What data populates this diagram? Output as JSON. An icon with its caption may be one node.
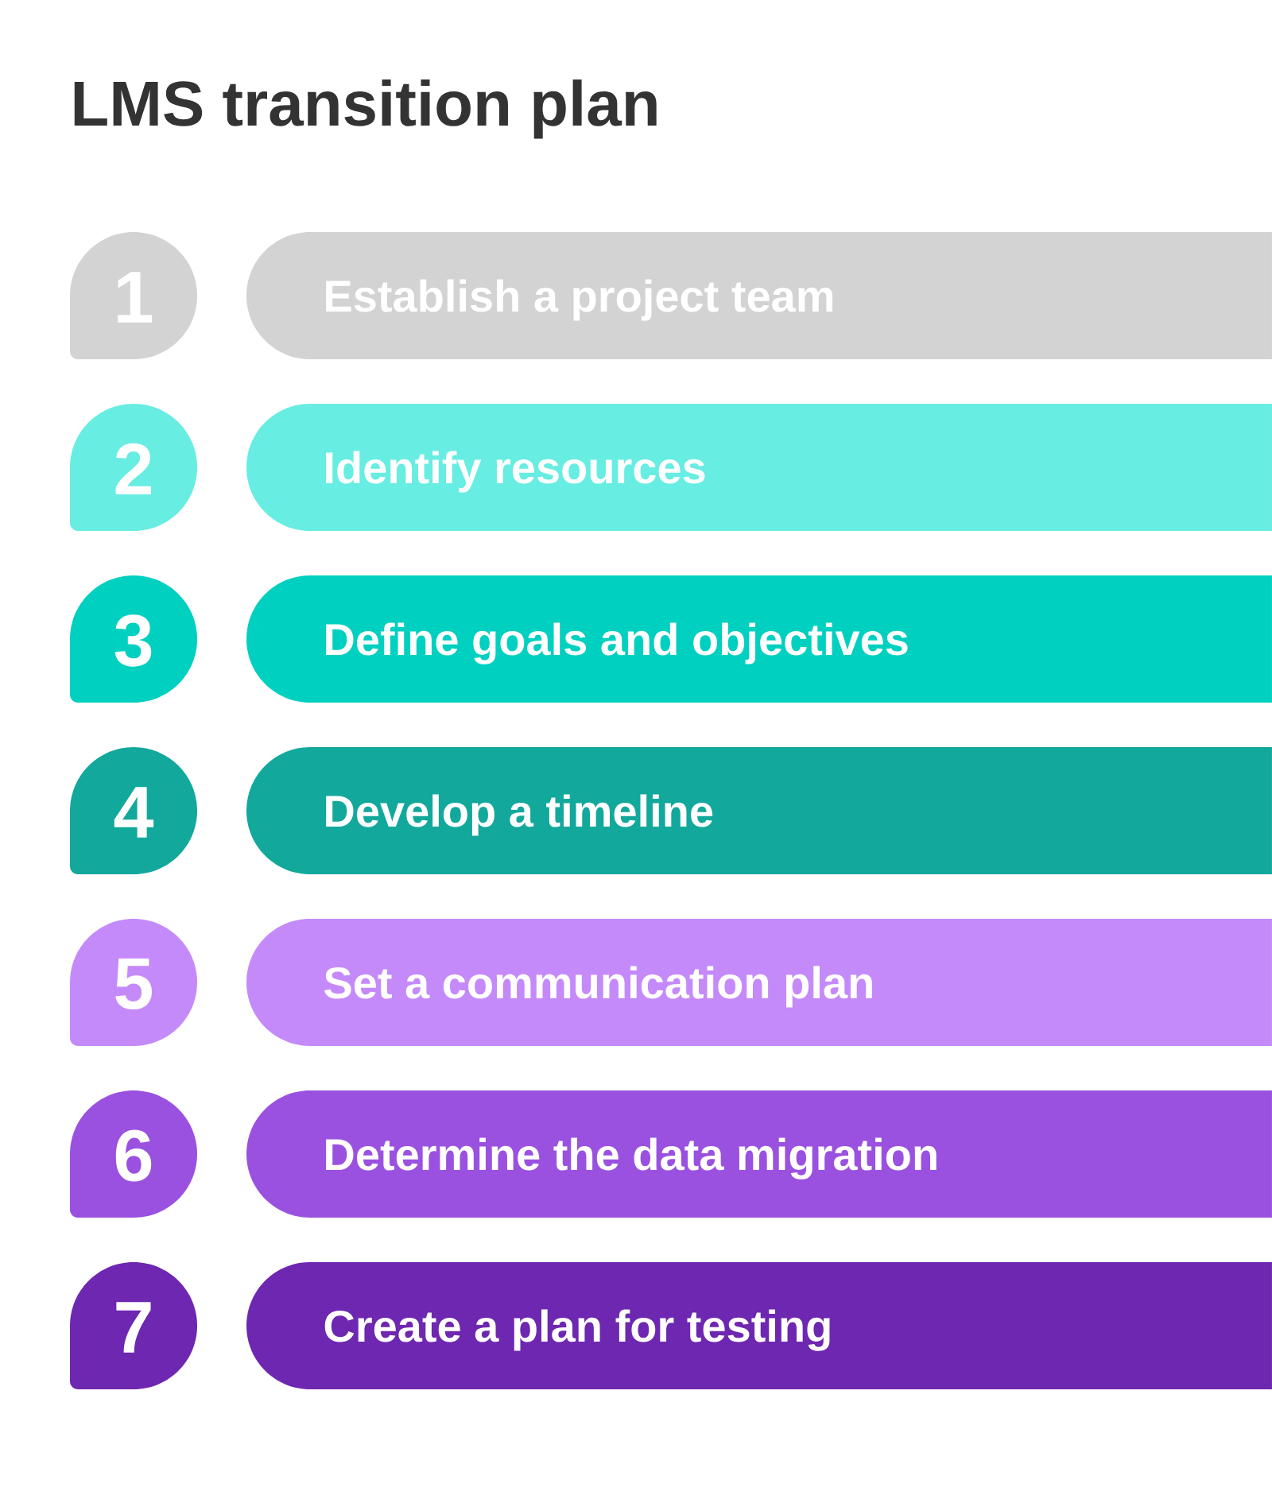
{
  "diagram": {
    "title": "LMS transition plan",
    "nodes": [
      {
        "text": [
          "1"
        ]
      },
      {
        "text": [
          "Establish a project team"
        ]
      },
      {
        "text": [
          "2"
        ]
      },
      {
        "text": [
          "Identify resources"
        ]
      },
      {
        "text": [
          "3"
        ]
      },
      {
        "text": [
          "Define goals and objectives"
        ]
      },
      {
        "text": [
          "4"
        ]
      },
      {
        "text": [
          "Develop a timeline"
        ]
      },
      {
        "text": [
          "5"
        ]
      },
      {
        "text": [
          "Set a communication plan"
        ]
      },
      {
        "text": [
          "6"
        ]
      },
      {
        "text": [
          "Determine the data migration"
        ]
      },
      {
        "text": [
          "7"
        ]
      },
      {
        "text": [
          "Create a plan for testing"
        ]
      }
    ]
  }
}
